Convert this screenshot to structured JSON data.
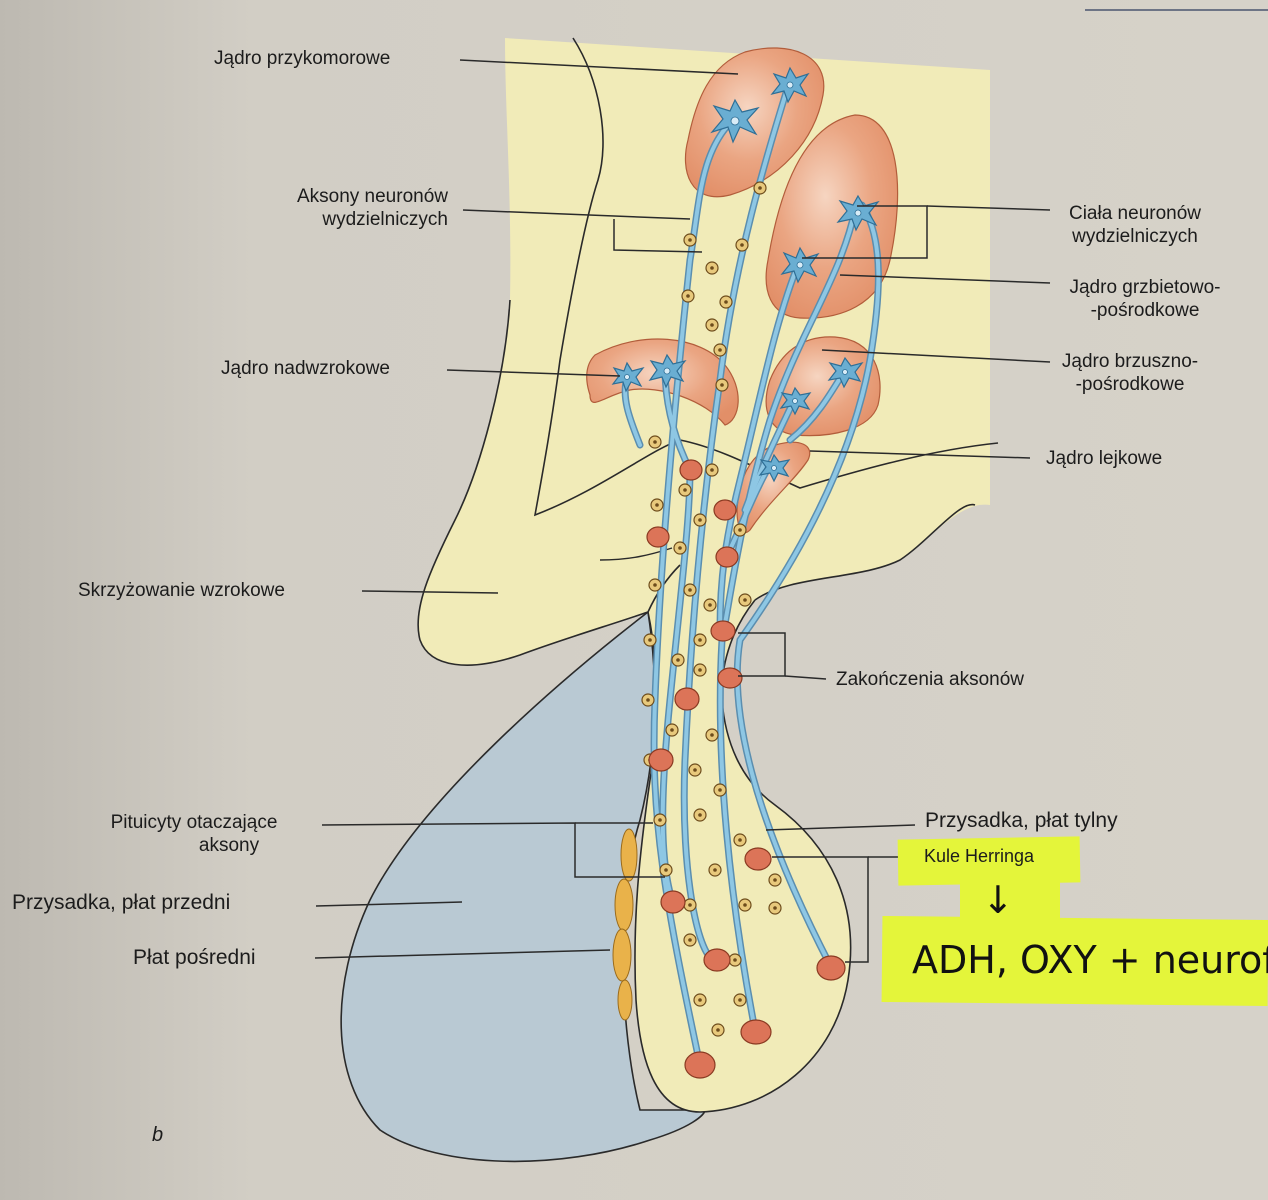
{
  "labels": {
    "paraventricular": "Jądro przykomorowe",
    "secretory_axons_1": "Aksony neuronów",
    "secretory_axons_2": "wydzielniczych",
    "secretory_bodies_1": "Ciała neuronów",
    "secretory_bodies_2": "wydzielniczych",
    "dorsomedial_1": "Jądro grzbietowo-",
    "dorsomedial_2": "-pośrodkowe",
    "supraoptic": "Jądro nadwzrokowe",
    "ventromedial_1": "Jądro brzuszno-",
    "ventromedial_2": "-pośrodkowe",
    "infundibular": "Jądro lejkowe",
    "optic_chiasm": "Skrzyżowanie wzrokowe",
    "axon_terminals": "Zakończenia aksonów",
    "pituicytes_1": "Pituicyty otaczające",
    "pituicytes_2": "aksony",
    "posterior_lobe": "Przysadka, płat tylny",
    "herring_bodies": "Kule Herringa",
    "anterior_lobe": "Przysadka, płat przedni",
    "intermediate_lobe": "Płat pośredni",
    "panel_letter": "b"
  },
  "handwriting": {
    "arrow": "↓",
    "note": "ADH, OXY + neurofi"
  },
  "colors": {
    "page": "#cfcbc2",
    "hypothalamus": "#f1ebb8",
    "nucleus": "#e59a74",
    "neuron": "#6aaed2",
    "axon": "#8ec7e4",
    "herring_body": "#dc7458",
    "pituicyte": "#d9b66a",
    "anterior_lobe": "#b9c9d3",
    "intermediate_lobe": "#e9b24a",
    "highlighter": "#e4f53a"
  }
}
